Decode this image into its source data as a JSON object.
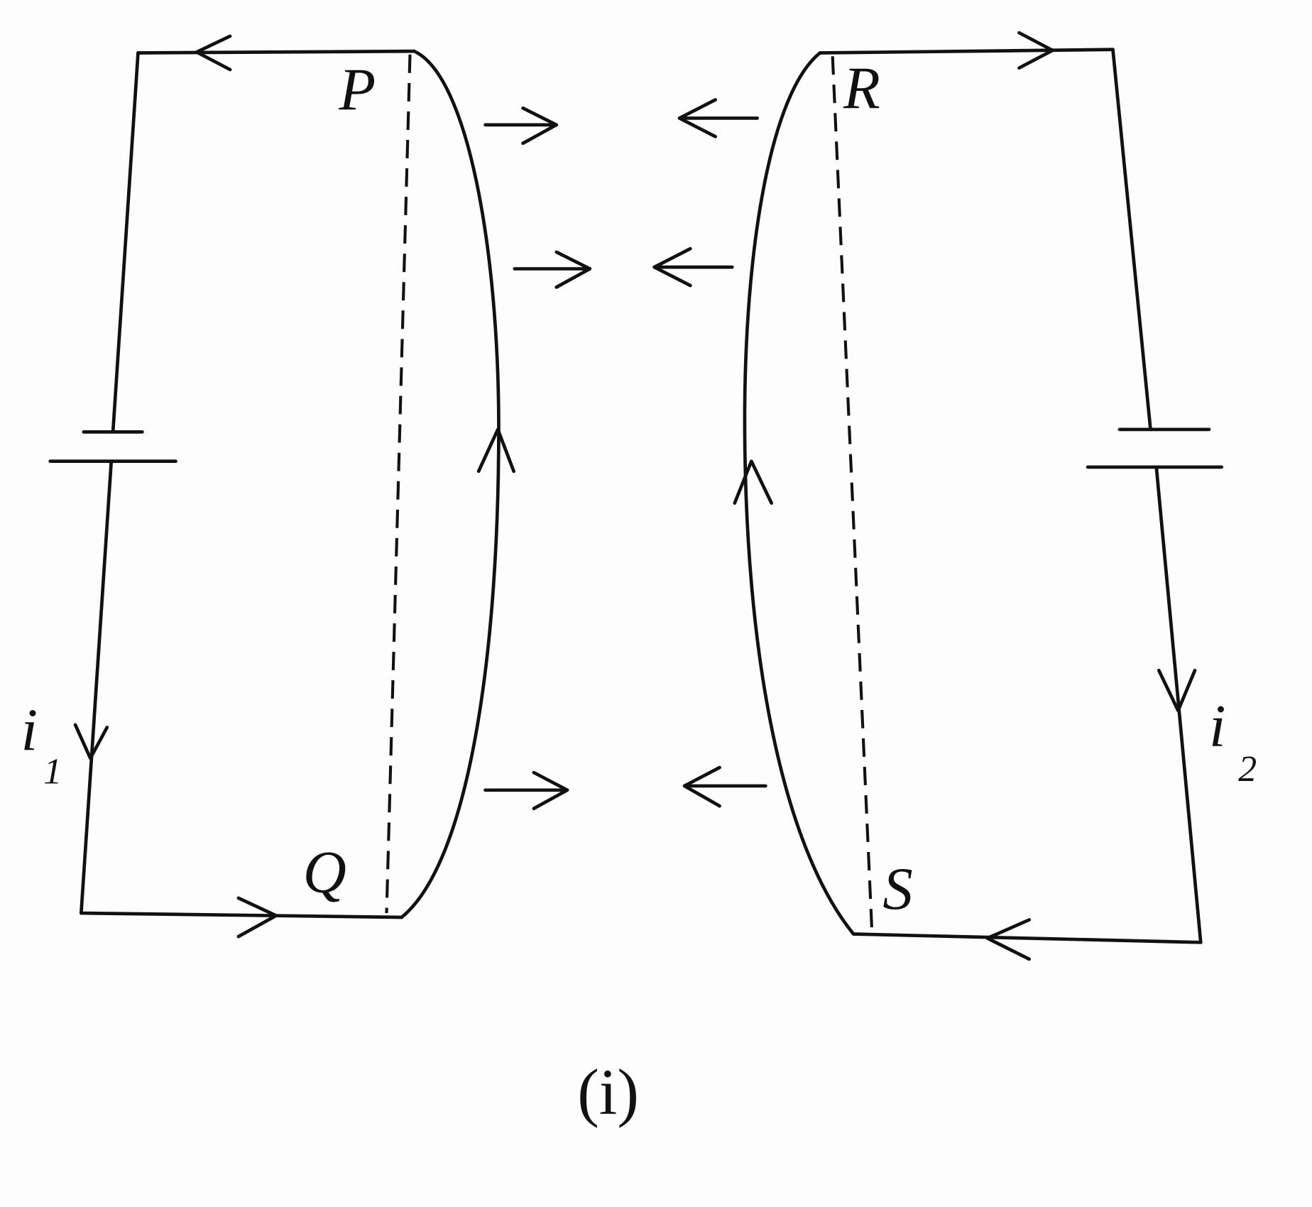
{
  "labels": {
    "P": "P",
    "Q": "Q",
    "R": "R",
    "S": "S",
    "i1_main": "i",
    "i1_sub": "1",
    "i2_main": "i",
    "i2_sub": "2"
  },
  "caption": "(i)",
  "colors": {
    "ink": "#111111",
    "background": "#fdfdfd"
  }
}
